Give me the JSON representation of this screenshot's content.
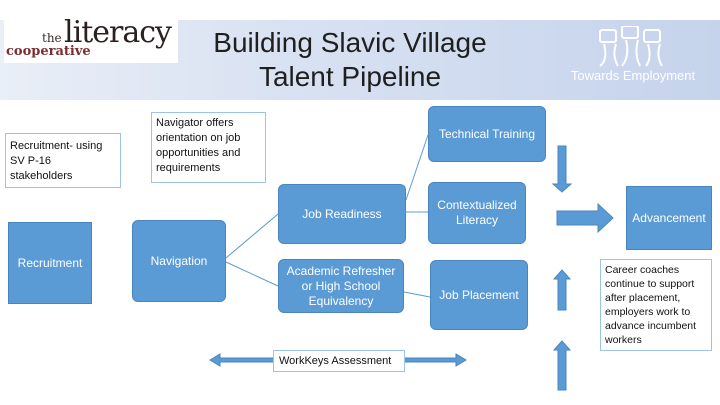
{
  "title": "Building Slavic Village\nTalent Pipeline",
  "logos": {
    "left_the": "the",
    "left_literacy": "literacy",
    "left_cooperative": "cooperative",
    "right_text": "Towards Employment"
  },
  "nodes": {
    "recruitment": "Recruitment",
    "navigation": "Navigation",
    "job_readiness": "Job Readiness",
    "academic_refresher": "Academic Refresher or High School Equivalency",
    "technical_training": "Technical Training",
    "contextualized_literacy": "Contextualized Literacy",
    "job_placement": "Job Placement",
    "advancement": "Advancement"
  },
  "notes": {
    "recruitment_note": "Recruitment- using SV P-16 stakeholders",
    "navigator_note": "Navigator offers orientation on job opportunities and requirements",
    "career_note": "Career coaches continue to support after placement, employers work to advance incumbent workers",
    "workkeys": "WorkKeys Assessment"
  },
  "colors": {
    "box_fill": "#5b9bd5",
    "box_border": "#4a86bd",
    "arrow_fill": "#5b9bd5",
    "header_gradient_end": "#c5d3ec"
  }
}
